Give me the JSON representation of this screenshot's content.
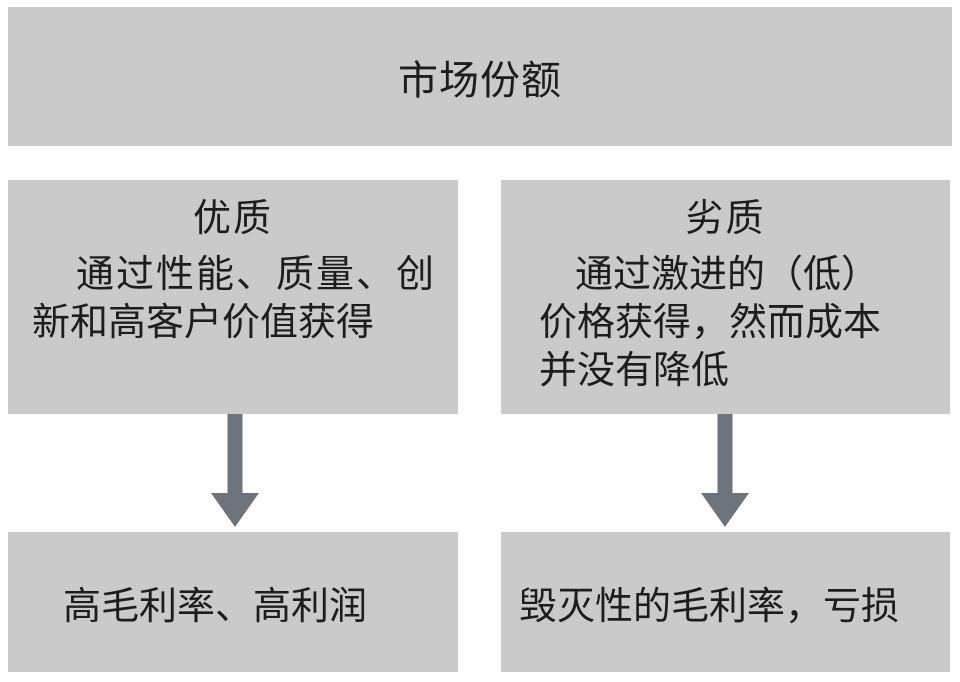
{
  "diagram": {
    "title_box": {
      "label": "市场份额"
    },
    "left_column": {
      "quality_box": {
        "title": "优质",
        "body": "通过性能、质量、创新和高客户价值获得",
        "body_lines": [
          "通过性能、质量、创",
          "新和高客户价值获得"
        ]
      },
      "arrow": "down-arrow",
      "result_box": {
        "label": "高毛利率、高利润"
      }
    },
    "right_column": {
      "quality_box": {
        "title": "劣质",
        "body": "通过激进的（低）价格获得，然而成本并没有降低",
        "body_lines": [
          "通过激进的（低）",
          "价格获得，然而成本",
          "并没有降低"
        ]
      },
      "arrow": "down-arrow",
      "result_box": {
        "label": "毁灭性的毛利率，亏损"
      }
    },
    "colors": {
      "box_fill": "#c9cac9",
      "arrow": "#6e737c",
      "text": "#1d1d1d",
      "background": "#fdfdfd"
    }
  }
}
